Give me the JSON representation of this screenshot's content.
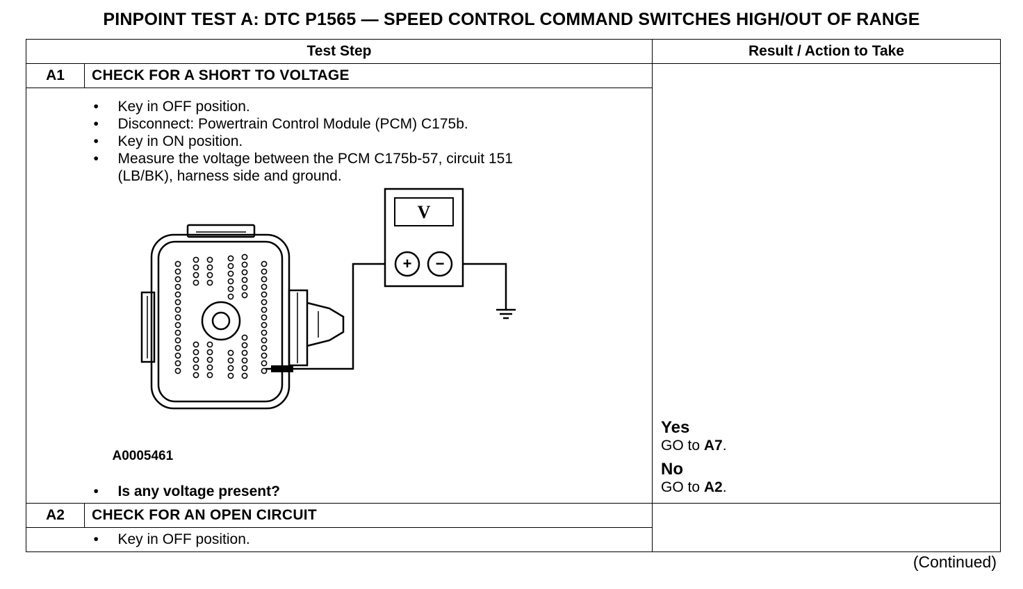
{
  "title": "PINPOINT TEST  A: DTC P1565 — SPEED CONTROL COMMAND SWITCHES HIGH/OUT OF RANGE",
  "columns": {
    "test_step": "Test Step",
    "result": "Result / Action to Take"
  },
  "steps": [
    {
      "id": "A1",
      "title": "CHECK FOR A SHORT TO VOLTAGE",
      "bullets": [
        "Key in OFF position.",
        "Disconnect: Powertrain Control Module (PCM) C175b.",
        "Key in ON position.",
        "Measure the voltage between the PCM C175b-57, circuit 151",
        "(LB/BK), harness side and ground."
      ],
      "figure": {
        "meter_label": "V",
        "plus": "+",
        "minus": "−",
        "id": "A0005461"
      },
      "question": "Is any voltage present?",
      "results": [
        {
          "label": "Yes",
          "prefix": "GO to ",
          "target": "A7",
          "suffix": "."
        },
        {
          "label": "No",
          "prefix": "GO to ",
          "target": "A2",
          "suffix": "."
        }
      ]
    },
    {
      "id": "A2",
      "title": "CHECK FOR AN OPEN CIRCUIT",
      "bullets": [
        "Key in OFF position."
      ]
    }
  ],
  "footer": {
    "continued": "(Continued)"
  }
}
